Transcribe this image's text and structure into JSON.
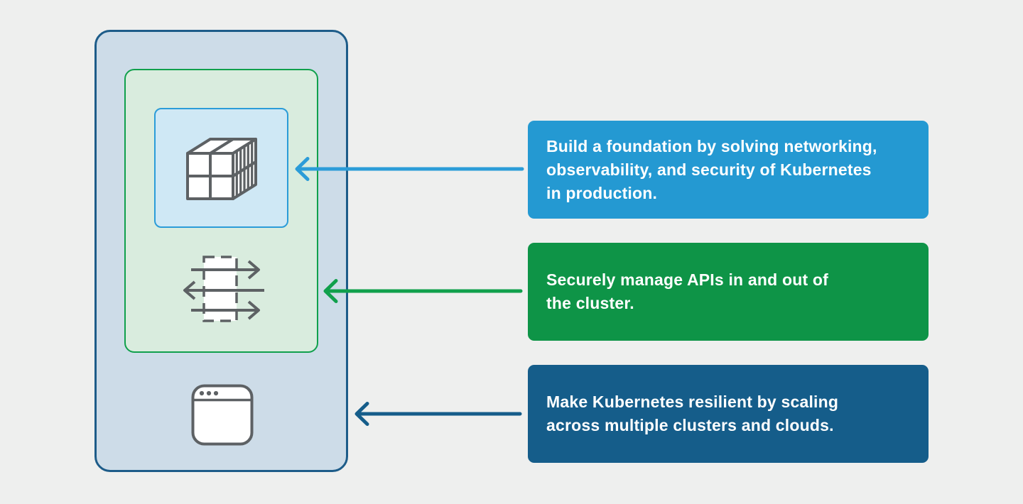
{
  "colors": {
    "bg": "#eeefee",
    "outer_fill": "#cddce8",
    "outer_border": "#1d5c89",
    "green_fill": "#d9ecde",
    "green_border": "#10a04c",
    "inner_fill": "#cfe8f5",
    "inner_border": "#2b9cd8",
    "arrow_blue": "#2b9cd8",
    "callout_blue": "#2499d2",
    "callout_green": "#0e9447",
    "callout_navy": "#155d8a",
    "icon_stroke": "#5d6164",
    "text": "#ffffff"
  },
  "icons": [
    "container-cube-icon",
    "api-gateway-icon",
    "browser-window-icon",
    "blue-left-arrow-icon",
    "green-left-arrow-icon",
    "navy-left-arrow-icon"
  ],
  "callouts": [
    {
      "id": "networking",
      "color": "#2499d2",
      "lines": [
        "Build a foundation by solving networking,",
        "observability, and security of Kubernetes",
        "in production."
      ]
    },
    {
      "id": "api-management",
      "color": "#0e9447",
      "lines": [
        "Securely manage APIs in and out of",
        "the cluster."
      ]
    },
    {
      "id": "resilience",
      "color": "#155d8a",
      "lines": [
        "Make Kubernetes resilient by scaling",
        "across multiple clusters and clouds."
      ]
    }
  ]
}
